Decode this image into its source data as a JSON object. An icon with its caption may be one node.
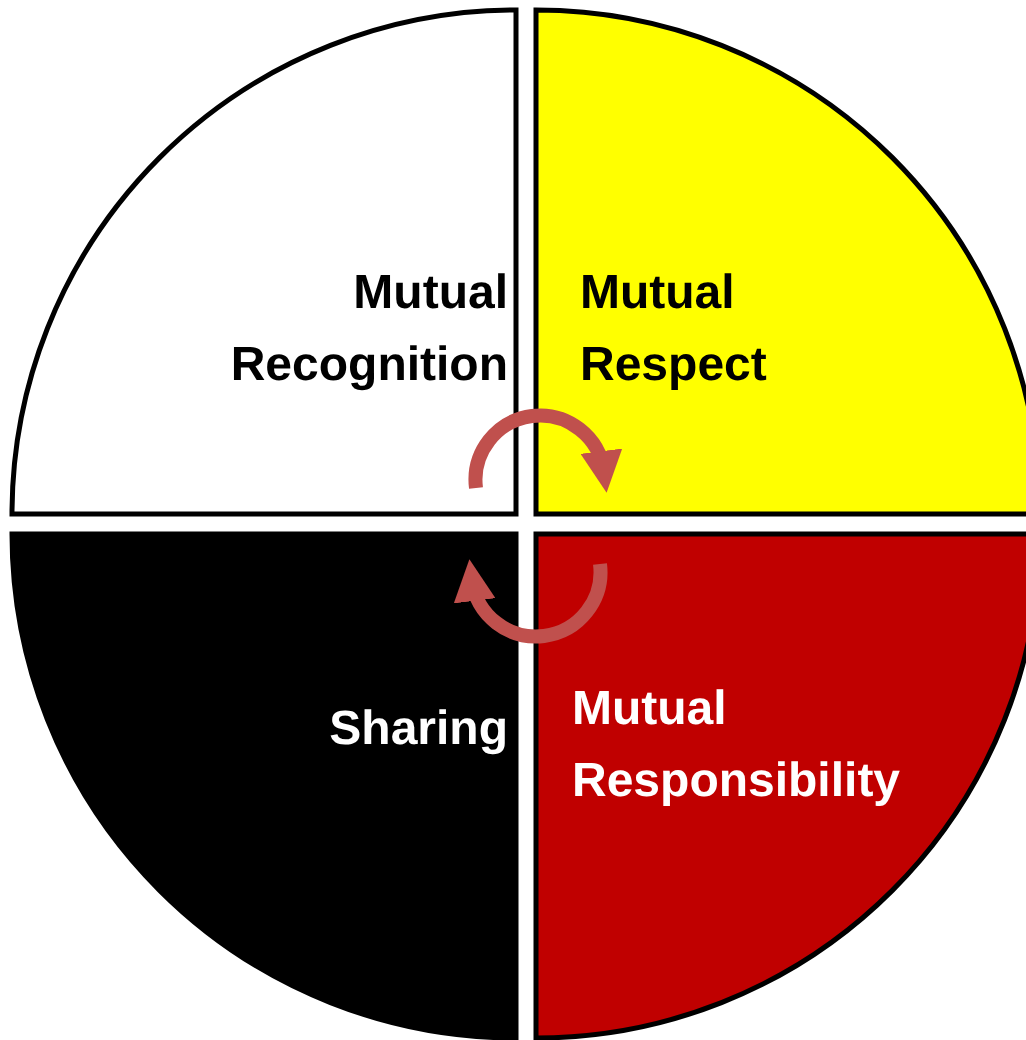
{
  "diagram": {
    "nodes": [
      {
        "text": [
          "Mutual Recognition"
        ]
      },
      {
        "text": [
          "Mutual Respect"
        ]
      },
      {
        "text": [
          "Sharing"
        ]
      },
      {
        "text": [
          "Mutual Responsibility"
        ]
      }
    ],
    "edges": [
      {
        "from": 0,
        "to": 1,
        "arrow": "to"
      },
      {
        "from": 3,
        "to": 2,
        "arrow": "to"
      }
    ]
  }
}
